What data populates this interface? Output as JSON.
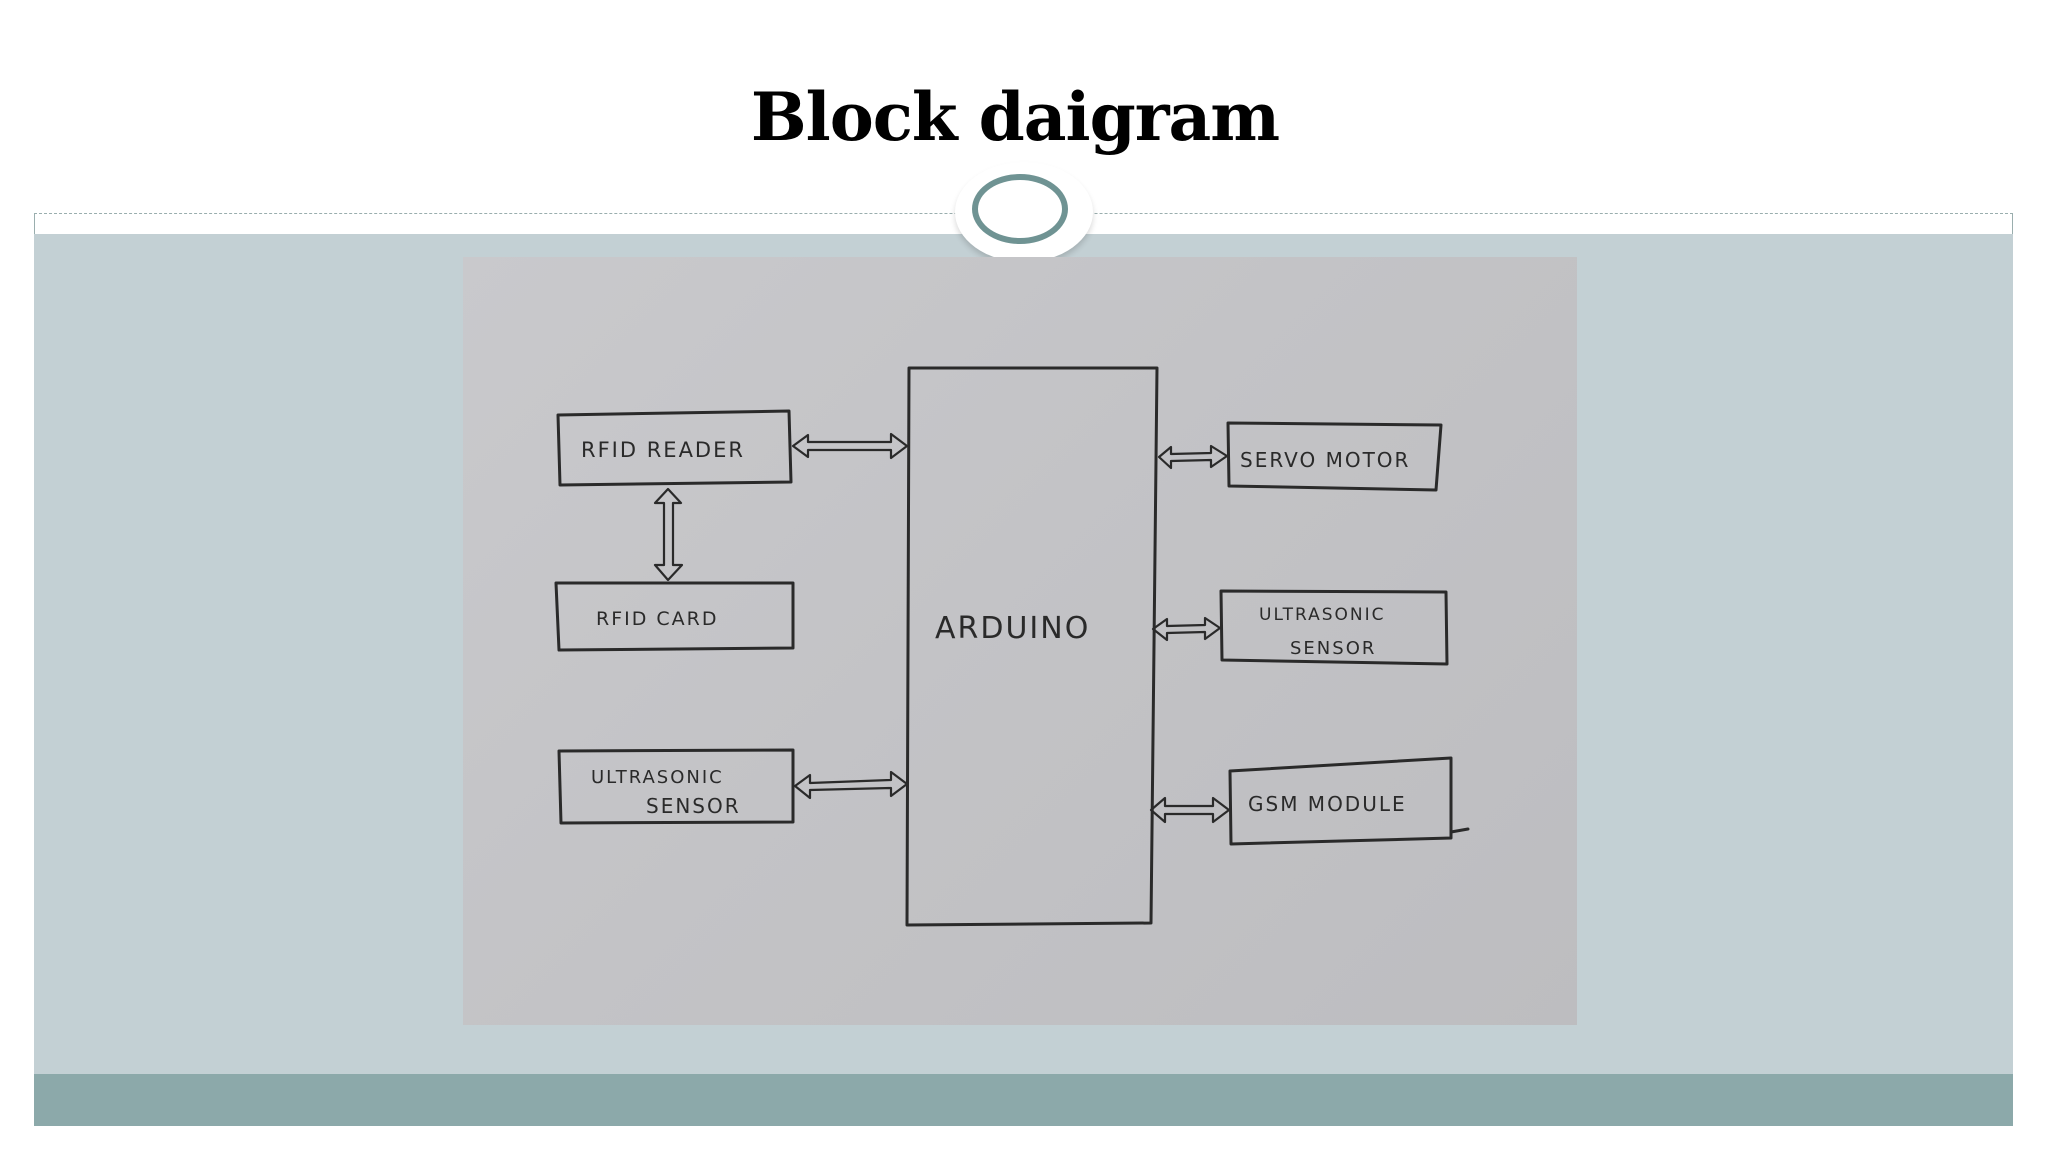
{
  "slide": {
    "title": "Block daigram"
  },
  "diagram": {
    "blocks": {
      "rfid_reader": "RFID READER",
      "rfid_card": "RFID CARD",
      "ultrasonic_left_line1": "ULTRASONIC",
      "ultrasonic_left_line2": "SENSOR",
      "arduino": "ARDUINO",
      "servo_motor": "SERVO MOTOR",
      "ultrasonic_right_line1": "ULTRASONIC",
      "ultrasonic_right_line2": "SENSOR",
      "gsm_module": "GSM MODULE"
    }
  },
  "colors": {
    "content_background": "#c3d0d4",
    "footer_band": "#8ca9aa",
    "ornament_ring": "#6f9393",
    "paper": "#c6c6c9",
    "ink": "#2a2a2a"
  }
}
